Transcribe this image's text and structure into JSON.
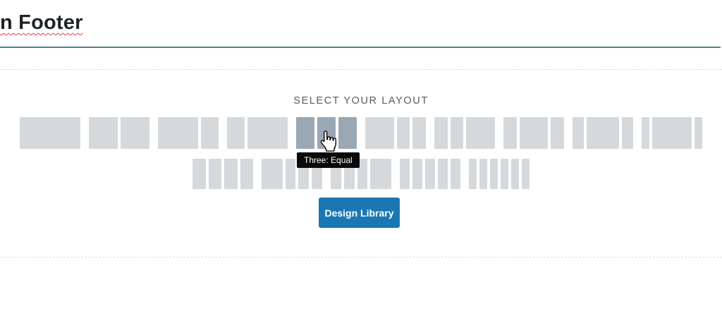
{
  "page": {
    "title": "n Footer"
  },
  "layout_picker": {
    "heading": "SELECT YOUR LAYOUT",
    "tooltip": "Three: Equal",
    "design_library_label": "Design Library",
    "cursor_icon": "hand-pointer-cursor",
    "colors": {
      "box": "#d5d9dc",
      "box_hover": "#9aa7b4",
      "button": "#1a77b3",
      "tooltip_bg": "#0a0a0a",
      "title_rule": "#527f87",
      "title_text": "#1d2327",
      "heading_text": "#565d63",
      "spellcheck_squiggle": "#e03e3e"
    },
    "rows": [
      {
        "options": [
          {
            "name": "single-row",
            "cols": [
              100
            ],
            "hovered": false
          },
          {
            "name": "two-equal",
            "cols": [
              50,
              50
            ],
            "hovered": false
          },
          {
            "name": "two-left-golden",
            "cols": [
              70,
              30
            ],
            "hovered": false
          },
          {
            "name": "two-right-golden",
            "cols": [
              30,
              70
            ],
            "hovered": false
          },
          {
            "name": "three-equal",
            "cols": [
              33,
              33,
              33
            ],
            "hovered": true
          },
          {
            "name": "three-left-heavy",
            "cols": [
              52,
              24,
              24
            ],
            "hovered": false
          },
          {
            "name": "three-right-heavy",
            "cols": [
              24,
              24,
              52
            ],
            "hovered": false
          },
          {
            "name": "three-center-heavy",
            "cols": [
              24,
              52,
              24
            ],
            "hovered": false
          },
          {
            "name": "three-center-wide",
            "cols": [
              20,
              60,
              20
            ],
            "hovered": false
          },
          {
            "name": "three-center-exwide",
            "cols": [
              14,
              72,
              14
            ],
            "hovered": false
          }
        ]
      },
      {
        "options": [
          {
            "name": "four-equal",
            "cols": [
              25,
              25,
              25,
              25
            ],
            "hovered": false
          },
          {
            "name": "four-left-forty",
            "cols": [
              40,
              20,
              20,
              20
            ],
            "hovered": false
          },
          {
            "name": "four-right-forty",
            "cols": [
              20,
              20,
              20,
              40
            ],
            "hovered": false
          },
          {
            "name": "five-equal",
            "cols": [
              20,
              20,
              20,
              20,
              20
            ],
            "hovered": false
          },
          {
            "name": "six-equal",
            "cols": [
              17,
              17,
              17,
              17,
              17,
              17
            ],
            "hovered": false
          }
        ]
      }
    ]
  }
}
